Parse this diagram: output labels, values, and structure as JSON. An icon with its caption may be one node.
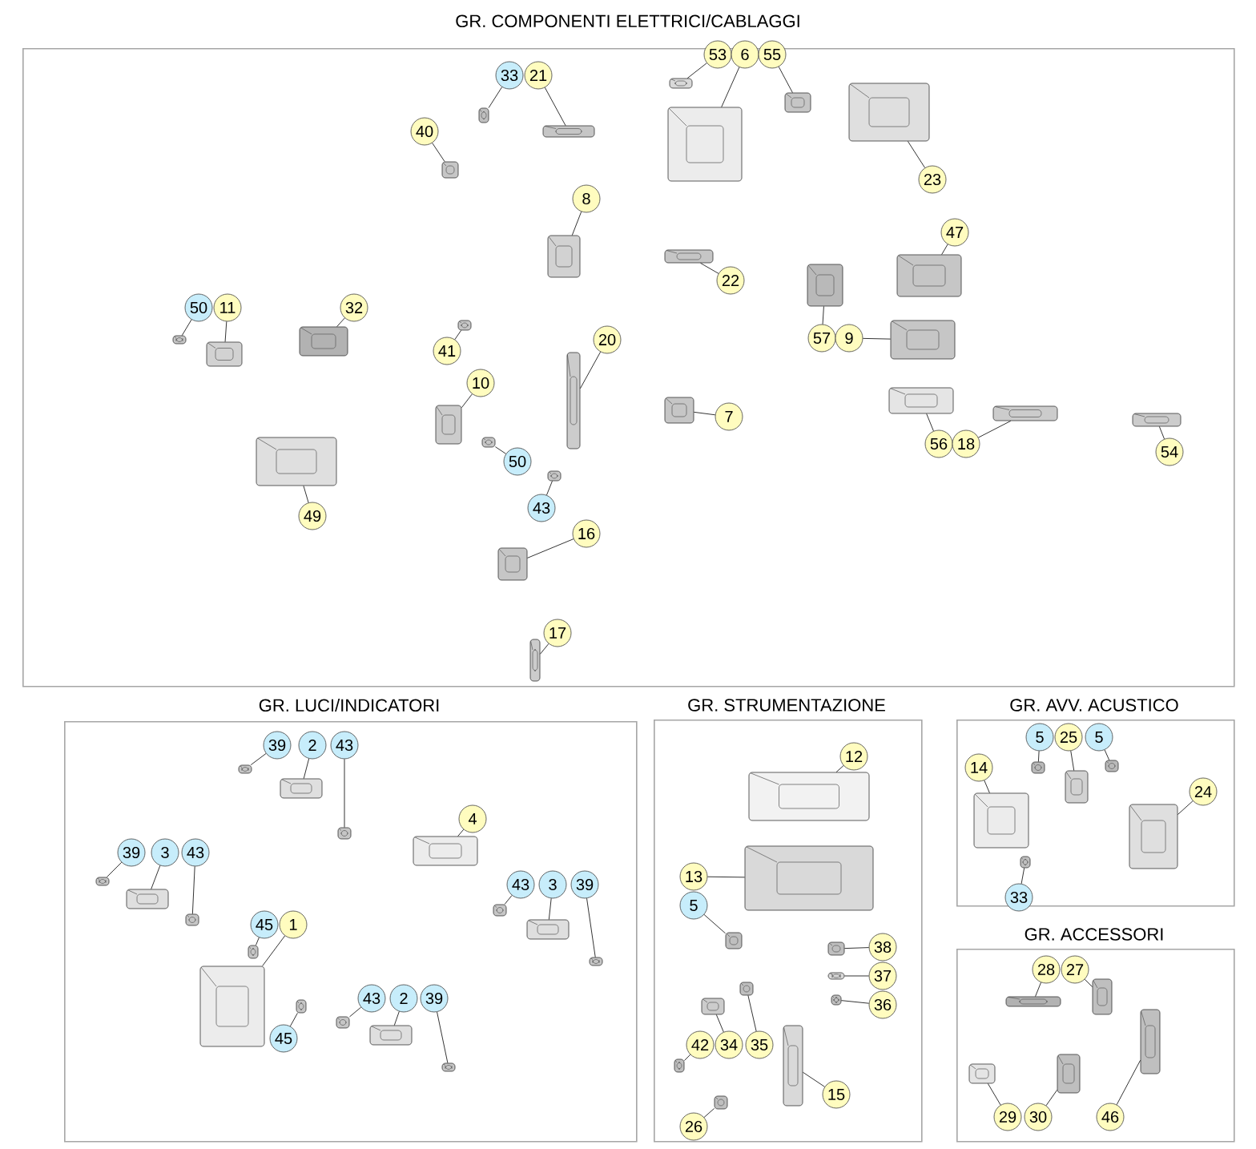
{
  "diagram": {
    "nodes": [
      {
        "text": [
          "GR. COMPONENTI ELETTRICI/CABLAGGI"
        ]
      },
      {
        "text": [
          "33"
        ],
        "in": 0
      },
      {
        "text": [
          "21"
        ],
        "in": 0
      },
      {
        "text": [
          "40"
        ],
        "in": 0
      },
      {
        "text": [
          "53"
        ],
        "in": 0
      },
      {
        "text": [
          "6"
        ],
        "in": 0
      },
      {
        "text": [
          "55"
        ],
        "in": 0
      },
      {
        "text": [
          "23"
        ],
        "in": 0
      },
      {
        "text": [
          "8"
        ],
        "in": 0
      },
      {
        "text": [
          "22"
        ],
        "in": 0
      },
      {
        "text": [
          "47"
        ],
        "in": 0
      },
      {
        "text": [
          "50"
        ],
        "in": 0
      },
      {
        "text": [
          "11"
        ],
        "in": 0
      },
      {
        "text": [
          "32"
        ],
        "in": 0
      },
      {
        "text": [
          "41"
        ],
        "in": 0
      },
      {
        "text": [
          "20"
        ],
        "in": 0
      },
      {
        "text": [
          "7"
        ],
        "in": 0
      },
      {
        "text": [
          "57"
        ],
        "in": 0
      },
      {
        "text": [
          "9"
        ],
        "in": 0
      },
      {
        "text": [
          "10"
        ],
        "in": 0
      },
      {
        "text": [
          "50"
        ],
        "in": 0
      },
      {
        "text": [
          "43"
        ],
        "in": 0
      },
      {
        "text": [
          "16"
        ],
        "in": 0
      },
      {
        "text": [
          "49"
        ],
        "in": 0
      },
      {
        "text": [
          "56"
        ],
        "in": 0
      },
      {
        "text": [
          "18"
        ],
        "in": 0
      },
      {
        "text": [
          "54"
        ],
        "in": 0
      },
      {
        "text": [
          "17"
        ],
        "in": 0
      },
      {
        "text": [
          "GR. LUCI/INDICATORI"
        ]
      },
      {
        "text": [
          "39"
        ],
        "in": 28
      },
      {
        "text": [
          "2"
        ],
        "in": 28
      },
      {
        "text": [
          "43"
        ],
        "in": 28
      },
      {
        "text": [
          "4"
        ],
        "in": 28
      },
      {
        "text": [
          "39"
        ],
        "in": 28
      },
      {
        "text": [
          "3"
        ],
        "in": 28
      },
      {
        "text": [
          "43"
        ],
        "in": 28
      },
      {
        "text": [
          "43"
        ],
        "in": 28
      },
      {
        "text": [
          "3"
        ],
        "in": 28
      },
      {
        "text": [
          "39"
        ],
        "in": 28
      },
      {
        "text": [
          "45"
        ],
        "in": 28
      },
      {
        "text": [
          "1"
        ],
        "in": 28
      },
      {
        "text": [
          "45"
        ],
        "in": 28
      },
      {
        "text": [
          "43"
        ],
        "in": 28
      },
      {
        "text": [
          "2"
        ],
        "in": 28
      },
      {
        "text": [
          "39"
        ],
        "in": 28
      },
      {
        "text": [
          "GR. STRUMENTAZIONE"
        ]
      },
      {
        "text": [
          "12"
        ],
        "in": 45
      },
      {
        "text": [
          "13"
        ],
        "in": 45
      },
      {
        "text": [
          "5"
        ],
        "in": 45
      },
      {
        "text": [
          "38"
        ],
        "in": 45
      },
      {
        "text": [
          "37"
        ],
        "in": 45
      },
      {
        "text": [
          "36"
        ],
        "in": 45
      },
      {
        "text": [
          "42"
        ],
        "in": 45
      },
      {
        "text": [
          "34"
        ],
        "in": 45
      },
      {
        "text": [
          "35"
        ],
        "in": 45
      },
      {
        "text": [
          "15"
        ],
        "in": 45
      },
      {
        "text": [
          "26"
        ],
        "in": 45
      },
      {
        "text": [
          "GR. AVV. ACUSTICO"
        ]
      },
      {
        "text": [
          "5"
        ],
        "in": 57
      },
      {
        "text": [
          "25"
        ],
        "in": 57
      },
      {
        "text": [
          "5"
        ],
        "in": 57
      },
      {
        "text": [
          "14"
        ],
        "in": 57
      },
      {
        "text": [
          "24"
        ],
        "in": 57
      },
      {
        "text": [
          "33"
        ],
        "in": 57
      },
      {
        "text": [
          "GR. ACCESSORI"
        ]
      },
      {
        "text": [
          "28"
        ],
        "in": 64
      },
      {
        "text": [
          "27"
        ],
        "in": 64
      },
      {
        "text": [
          "29"
        ],
        "in": 64
      },
      {
        "text": [
          "30"
        ],
        "in": 64
      },
      {
        "text": [
          "46"
        ],
        "in": 64
      },
      {
        "text": [],
        "shape": "picture",
        "in": 0
      },
      {
        "text": [],
        "shape": "picture",
        "in": 0
      },
      {
        "text": [],
        "shape": "picture",
        "in": 0
      },
      {
        "text": [],
        "shape": "picture",
        "in": 0
      },
      {
        "text": [],
        "shape": "picture",
        "in": 0
      },
      {
        "text": [],
        "shape": "picture",
        "in": 0
      },
      {
        "text": [],
        "shape": "picture",
        "in": 0
      },
      {
        "text": [],
        "shape": "picture",
        "in": 0
      },
      {
        "text": [],
        "shape": "picture",
        "in": 0
      },
      {
        "text": [],
        "shape": "picture",
        "in": 0
      },
      {
        "text": [],
        "shape": "picture",
        "in": 0
      },
      {
        "text": [],
        "shape": "picture",
        "in": 0
      },
      {
        "text": [],
        "shape": "picture",
        "in": 0
      },
      {
        "text": [],
        "shape": "picture",
        "in": 0
      },
      {
        "text": [],
        "shape": "picture",
        "in": 0
      },
      {
        "text": [],
        "shape": "picture",
        "in": 0
      },
      {
        "text": [],
        "shape": "picture",
        "in": 0
      },
      {
        "text": [],
        "shape": "picture",
        "in": 0
      },
      {
        "text": [],
        "shape": "picture",
        "in": 0
      },
      {
        "text": [],
        "shape": "picture",
        "in": 0
      },
      {
        "text": [],
        "shape": "picture",
        "in": 0
      },
      {
        "text": [],
        "shape": "picture",
        "in": 0
      },
      {
        "text": [],
        "shape": "picture",
        "in": 0
      },
      {
        "text": [],
        "shape": "picture",
        "in": 0
      },
      {
        "text": [],
        "shape": "picture",
        "in": 0
      },
      {
        "text": [],
        "shape": "picture",
        "in": 0
      },
      {
        "text": [],
        "shape": "picture",
        "in": 0
      },
      {
        "text": [],
        "shape": "picture",
        "in": 28
      },
      {
        "text": [],
        "shape": "picture",
        "in": 28
      },
      {
        "text": [],
        "shape": "picture",
        "in": 28
      },
      {
        "text": [],
        "shape": "picture",
        "in": 28
      },
      {
        "text": [],
        "shape": "picture",
        "in": 28
      },
      {
        "text": [],
        "shape": "picture",
        "in": 28
      },
      {
        "text": [],
        "shape": "picture",
        "in": 28
      },
      {
        "text": [],
        "shape": "picture",
        "in": 28
      },
      {
        "text": [],
        "shape": "picture",
        "in": 28
      },
      {
        "text": [],
        "shape": "picture",
        "in": 28
      },
      {
        "text": [],
        "shape": "picture",
        "in": 28
      },
      {
        "text": [],
        "shape": "picture",
        "in": 28
      },
      {
        "text": [],
        "shape": "picture",
        "in": 28
      },
      {
        "text": [],
        "shape": "picture",
        "in": 28
      },
      {
        "text": [],
        "shape": "picture",
        "in": 28
      },
      {
        "text": [],
        "shape": "picture",
        "in": 28
      },
      {
        "text": [],
        "shape": "picture",
        "in": 45
      },
      {
        "text": [],
        "shape": "picture",
        "in": 45
      },
      {
        "text": [],
        "shape": "picture",
        "in": 45
      },
      {
        "text": [],
        "shape": "picture",
        "in": 45
      },
      {
        "text": [],
        "shape": "picture",
        "in": 45
      },
      {
        "text": [],
        "shape": "picture",
        "in": 45
      },
      {
        "text": [],
        "shape": "picture",
        "in": 45
      },
      {
        "text": [],
        "shape": "picture",
        "in": 45
      },
      {
        "text": [],
        "shape": "picture",
        "in": 45
      },
      {
        "text": [],
        "shape": "picture",
        "in": 45
      },
      {
        "text": [],
        "shape": "picture",
        "in": 45
      },
      {
        "text": [],
        "shape": "picture",
        "in": 57
      },
      {
        "text": [],
        "shape": "picture",
        "in": 57
      },
      {
        "text": [],
        "shape": "picture",
        "in": 57
      },
      {
        "text": [],
        "shape": "picture",
        "in": 57
      },
      {
        "text": [],
        "shape": "picture",
        "in": 57
      },
      {
        "text": [],
        "shape": "picture",
        "in": 57
      },
      {
        "text": [],
        "shape": "picture",
        "in": 64
      },
      {
        "text": [],
        "shape": "picture",
        "in": 64
      },
      {
        "text": [],
        "shape": "picture",
        "in": 64
      },
      {
        "text": [],
        "shape": "picture",
        "in": 64
      },
      {
        "text": [],
        "shape": "picture",
        "in": 64
      }
    ],
    "edges": [
      {
        "from": 1,
        "to": 70,
        "arrow": "none"
      },
      {
        "from": 2,
        "to": 71,
        "arrow": "none"
      },
      {
        "from": 3,
        "to": 72,
        "arrow": "none"
      },
      {
        "from": 4,
        "to": 73,
        "arrow": "none"
      },
      {
        "from": 5,
        "to": 74,
        "arrow": "none"
      },
      {
        "from": 6,
        "to": 75,
        "arrow": "none"
      },
      {
        "from": 7,
        "to": 76,
        "arrow": "none"
      },
      {
        "from": 8,
        "to": 77,
        "arrow": "none"
      },
      {
        "from": 9,
        "to": 78,
        "arrow": "none"
      },
      {
        "from": 10,
        "to": 79,
        "arrow": "none"
      },
      {
        "from": 11,
        "to": 80,
        "arrow": "none"
      },
      {
        "from": 12,
        "to": 81,
        "arrow": "none"
      },
      {
        "from": 13,
        "to": 82,
        "arrow": "none"
      },
      {
        "from": 14,
        "to": 83,
        "arrow": "none"
      },
      {
        "from": 15,
        "to": 84,
        "arrow": "none"
      },
      {
        "from": 16,
        "to": 85,
        "arrow": "none"
      },
      {
        "from": 17,
        "to": 86,
        "arrow": "none"
      },
      {
        "from": 18,
        "to": 87,
        "arrow": "none"
      },
      {
        "from": 19,
        "to": 88,
        "arrow": "none"
      },
      {
        "from": 20,
        "to": 89,
        "arrow": "none"
      },
      {
        "from": 21,
        "to": 90,
        "arrow": "none"
      },
      {
        "from": 22,
        "to": 91,
        "arrow": "none"
      },
      {
        "from": 23,
        "to": 92,
        "arrow": "none"
      },
      {
        "from": 24,
        "to": 93,
        "arrow": "none"
      },
      {
        "from": 25,
        "to": 94,
        "arrow": "none"
      },
      {
        "from": 26,
        "to": 95,
        "arrow": "none"
      },
      {
        "from": 27,
        "to": 96,
        "arrow": "none"
      },
      {
        "from": 29,
        "to": 97,
        "arrow": "none"
      },
      {
        "from": 30,
        "to": 98,
        "arrow": "none"
      },
      {
        "from": 31,
        "to": 99,
        "arrow": "none"
      },
      {
        "from": 32,
        "to": 100,
        "arrow": "none"
      },
      {
        "from": 33,
        "to": 101,
        "arrow": "none"
      },
      {
        "from": 34,
        "to": 102,
        "arrow": "none"
      },
      {
        "from": 35,
        "to": 103,
        "arrow": "none"
      },
      {
        "from": 36,
        "to": 104,
        "arrow": "none"
      },
      {
        "from": 37,
        "to": 105,
        "arrow": "none"
      },
      {
        "from": 38,
        "to": 106,
        "arrow": "none"
      },
      {
        "from": 39,
        "to": 107,
        "arrow": "none"
      },
      {
        "from": 40,
        "to": 108,
        "arrow": "none"
      },
      {
        "from": 41,
        "to": 109,
        "arrow": "none"
      },
      {
        "from": 42,
        "to": 110,
        "arrow": "none"
      },
      {
        "from": 43,
        "to": 111,
        "arrow": "none"
      },
      {
        "from": 44,
        "to": 112,
        "arrow": "none"
      },
      {
        "from": 46,
        "to": 113,
        "arrow": "none"
      },
      {
        "from": 47,
        "to": 114,
        "arrow": "none"
      },
      {
        "from": 48,
        "to": 115,
        "arrow": "none"
      },
      {
        "from": 49,
        "to": 116,
        "arrow": "none"
      },
      {
        "from": 50,
        "to": 117,
        "arrow": "none"
      },
      {
        "from": 51,
        "to": 118,
        "arrow": "none"
      },
      {
        "from": 52,
        "to": 119,
        "arrow": "none"
      },
      {
        "from": 53,
        "to": 120,
        "arrow": "none"
      },
      {
        "from": 54,
        "to": 121,
        "arrow": "none"
      },
      {
        "from": 55,
        "to": 122,
        "arrow": "none"
      },
      {
        "from": 56,
        "to": 123,
        "arrow": "none"
      },
      {
        "from": 58,
        "to": 124,
        "arrow": "none"
      },
      {
        "from": 59,
        "to": 125,
        "arrow": "none"
      },
      {
        "from": 60,
        "to": 126,
        "arrow": "none"
      },
      {
        "from": 61,
        "to": 127,
        "arrow": "none"
      },
      {
        "from": 62,
        "to": 128,
        "arrow": "none"
      },
      {
        "from": 63,
        "to": 129,
        "arrow": "none"
      },
      {
        "from": 65,
        "to": 130,
        "arrow": "none"
      },
      {
        "from": 66,
        "to": 131,
        "arrow": "none"
      },
      {
        "from": 67,
        "to": 132,
        "arrow": "none"
      },
      {
        "from": 68,
        "to": 133,
        "arrow": "none"
      },
      {
        "from": 69,
        "to": 134,
        "arrow": "none"
      }
    ]
  }
}
